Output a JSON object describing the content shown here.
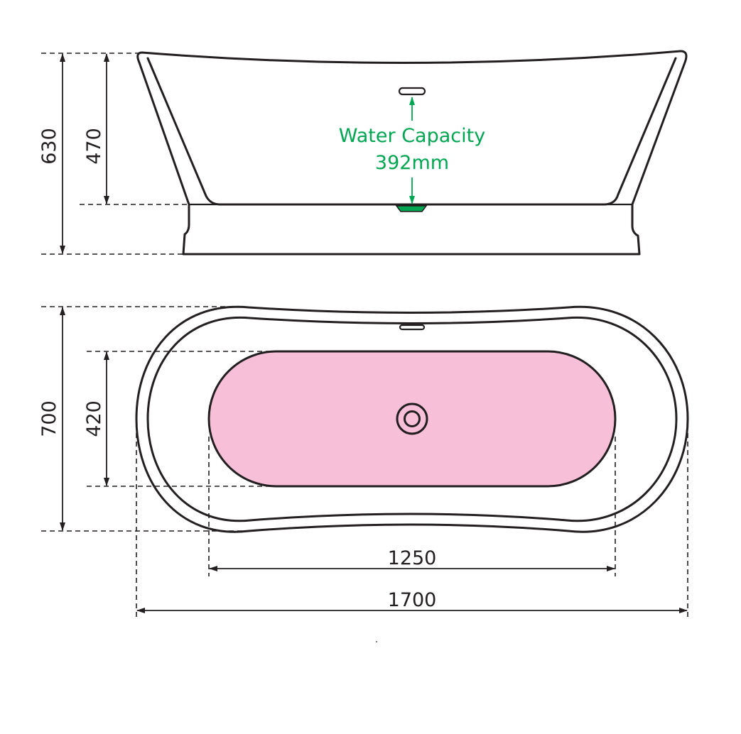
{
  "colors": {
    "line": "#231f20",
    "capacity": "#00a651",
    "basin_fill": "#f7bfd8"
  },
  "side_view": {
    "dimensions": {
      "overall_height": "630",
      "inner_depth": "470"
    },
    "water_capacity": {
      "label": "Water Capacity",
      "value": "392mm"
    }
  },
  "top_view": {
    "dimensions": {
      "overall_width": "700",
      "inner_width": "420",
      "inner_length": "1250",
      "overall_length": "1700"
    },
    "waste_icon": "drain-icon"
  }
}
